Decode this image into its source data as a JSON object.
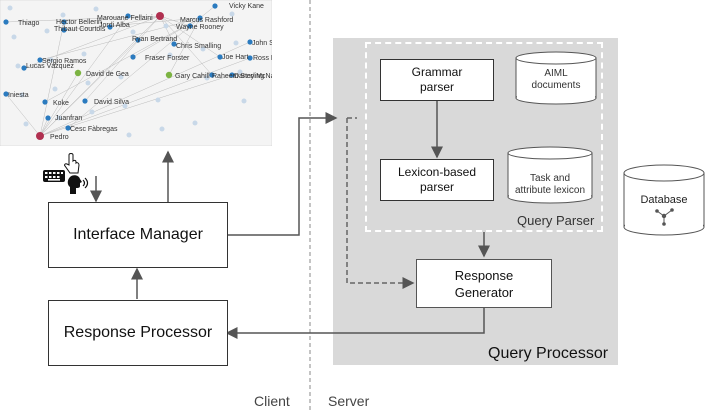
{
  "network": {
    "nodes": [
      {
        "label": "Thiago"
      },
      {
        "label": "Hector Bellerin"
      },
      {
        "label": "Thibaut Courtois"
      },
      {
        "label": "Jordi Alba"
      },
      {
        "label": "Marouane Fellaini"
      },
      {
        "label": "Marcus Rashford"
      },
      {
        "label": "Wayne Rooney"
      },
      {
        "label": "Ryan Bertrand"
      },
      {
        "label": "Vicky Kane"
      },
      {
        "label": "Chris Smalling"
      },
      {
        "label": "John Stones"
      },
      {
        "label": "Sergio Ramos"
      },
      {
        "label": "Lucas Vázquez"
      },
      {
        "label": "David de Gea"
      },
      {
        "label": "Fraser Forster"
      },
      {
        "label": "Joe Hart"
      },
      {
        "label": "Ross Barkley"
      },
      {
        "label": "Gary Cahill"
      },
      {
        "label": "Raheem Sterling"
      },
      {
        "label": "Danny McNair"
      },
      {
        "label": "Koke"
      },
      {
        "label": "David Silva"
      },
      {
        "label": "Juanfran"
      },
      {
        "label": "Cesc Fàbregas"
      },
      {
        "label": "Pedro"
      },
      {
        "label": "Iniesta"
      }
    ]
  },
  "diagram": {
    "interface_manager": "Interface Manager",
    "response_processor": "Response Processor",
    "grammar_parser": [
      "Grammar",
      "parser"
    ],
    "lexicon_parser": [
      "Lexicon-based",
      "parser"
    ],
    "aiml_documents": [
      "AIML",
      "documents"
    ],
    "task_lexicon": [
      "Task and",
      "attribute lexicon"
    ],
    "query_parser": "Query Parser",
    "response_generator": [
      "Response",
      "Generator"
    ],
    "query_processor": "Query Processor",
    "database": "Database",
    "client": "Client",
    "server": "Server"
  },
  "icons": [
    "keyboard-icon",
    "hand-pointer-icon",
    "speaking-head-icon",
    "network-graph-icon"
  ]
}
